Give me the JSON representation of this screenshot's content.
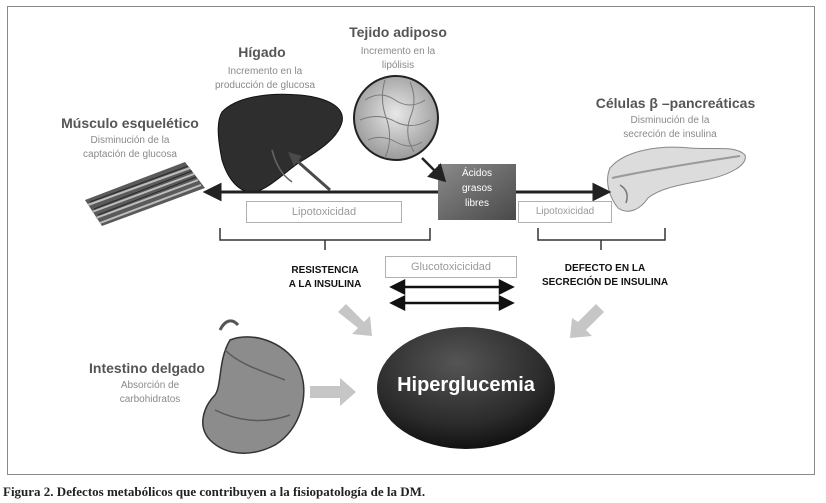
{
  "organs": {
    "higado": {
      "title": "Hígado",
      "desc": [
        "Incremento en la",
        "producción de glucosa"
      ]
    },
    "adiposo": {
      "title": "Tejido adiposo",
      "desc": [
        "Incremento en la",
        "lipólisis"
      ]
    },
    "musculo": {
      "title": "Músculo esquelético",
      "desc": [
        "Disminución de la",
        "captación de glucosa"
      ]
    },
    "pancreas": {
      "title": "Células β –pancreáticas",
      "desc": [
        "Disminución de la",
        "secreción de insulina"
      ]
    },
    "intestino": {
      "title": "Intestino delgado",
      "desc": [
        "Absorción de",
        "carbohidratos"
      ]
    }
  },
  "center": {
    "acidos": [
      "Ácidos",
      "grasos",
      "libres"
    ],
    "hiper": "Hiperglucemia"
  },
  "boxes": {
    "lipo_left": "Lipotoxicidad",
    "lipo_right": "Lipotoxicidad",
    "gluco": "Glucotoxicicidad"
  },
  "labels": {
    "resistencia": [
      "RESISTENCIA",
      "A LA INSULINA"
    ],
    "defecto": [
      "DEFECTO EN LA",
      "SECRECIÓN DE INSULINA"
    ]
  },
  "caption": "Figura 2. Defectos metabólicos que contribuyen a la fisiopatología de la DM."
}
